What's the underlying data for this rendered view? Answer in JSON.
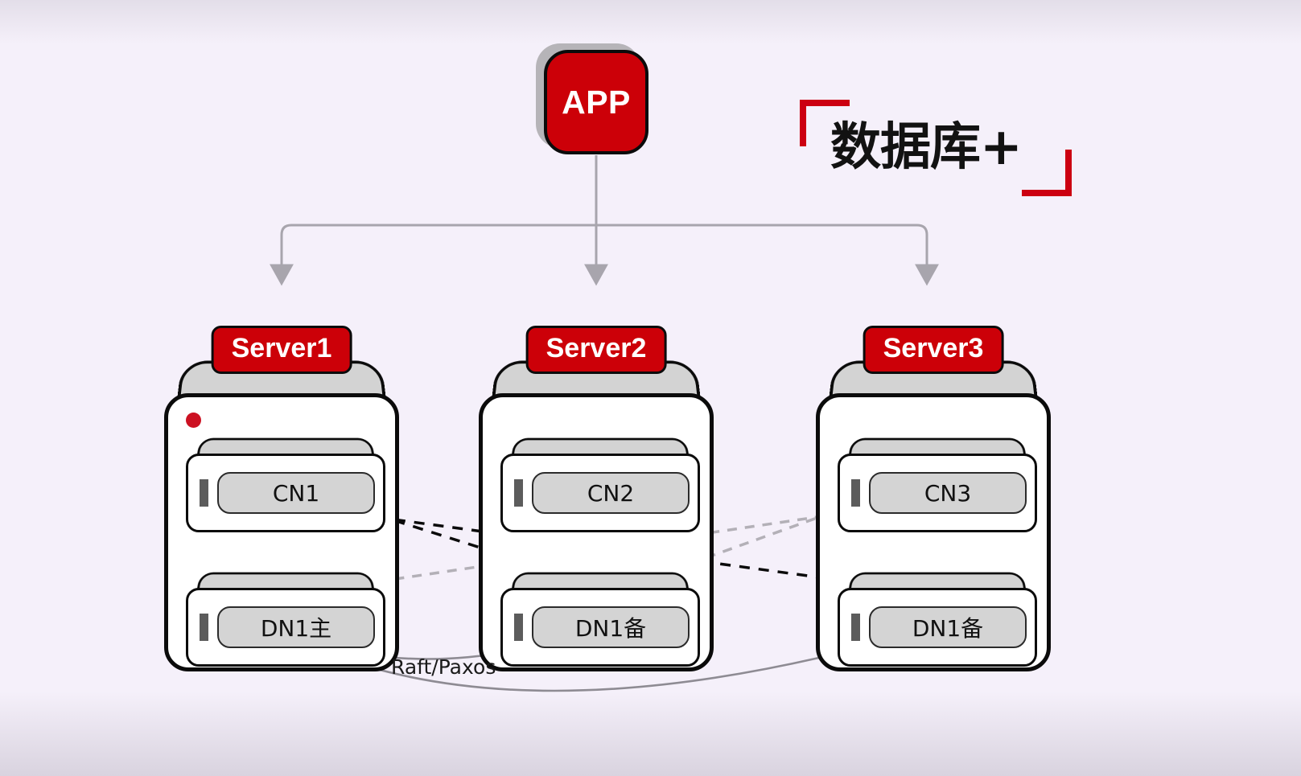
{
  "background": {
    "color": "#f5f0fa",
    "top_band": "#e3dee9",
    "bottom_band": "#d9d3df"
  },
  "app": {
    "label": "APP",
    "fill": "#cc0008",
    "text_color": "#ffffff",
    "shadow_color": "#b6b4b8"
  },
  "brand": {
    "text": "数据库+",
    "bracket_color": "#cc0011",
    "text_color": "#121212"
  },
  "servers": [
    {
      "name": "Server1",
      "badge_fill": "#cc0008",
      "has_status_dot": true,
      "status_dot_color": "#cc1122",
      "components": [
        {
          "id": "cn1",
          "label": "CN1",
          "role": "coordinator"
        },
        {
          "id": "dn1-primary",
          "label": "DN1主",
          "role": "datanode-primary"
        }
      ]
    },
    {
      "name": "Server2",
      "badge_fill": "#cc0008",
      "has_status_dot": false,
      "status_dot_color": "#cc1122",
      "components": [
        {
          "id": "cn2",
          "label": "CN2",
          "role": "coordinator"
        },
        {
          "id": "dn1-standby-2",
          "label": "DN1备",
          "role": "datanode-standby"
        }
      ]
    },
    {
      "name": "Server3",
      "badge_fill": "#cc0008",
      "has_status_dot": false,
      "status_dot_color": "#cc1122",
      "components": [
        {
          "id": "cn3",
          "label": "CN3",
          "role": "coordinator"
        },
        {
          "id": "dn1-standby-3",
          "label": "DN1备",
          "role": "datanode-standby"
        }
      ]
    }
  ],
  "connections": {
    "raft_label": "Raft/Paxos",
    "app_fanout": {
      "style": "solid",
      "color": "#a8a5ad",
      "from": "APP",
      "to": [
        "Server1",
        "Server2",
        "Server3"
      ]
    },
    "cn1_links": {
      "style": "dashed",
      "color": "#111111",
      "from": "CN1",
      "to": [
        "DN1主",
        "DN1备 (Server2)",
        "DN1备 (Server3)"
      ]
    },
    "cn3_links": {
      "style": "dashed",
      "color": "#a9a6ad",
      "from": "CN3",
      "to": [
        "DN1主 (Server1)",
        "DN1备 (Server2)",
        "DN1备 (Server3)"
      ]
    },
    "raft_links": {
      "style": "solid",
      "color": "#8e8b93",
      "from": "DN1主",
      "to": [
        "DN1备 (Server2)",
        "DN1备 (Server3)"
      ]
    }
  }
}
